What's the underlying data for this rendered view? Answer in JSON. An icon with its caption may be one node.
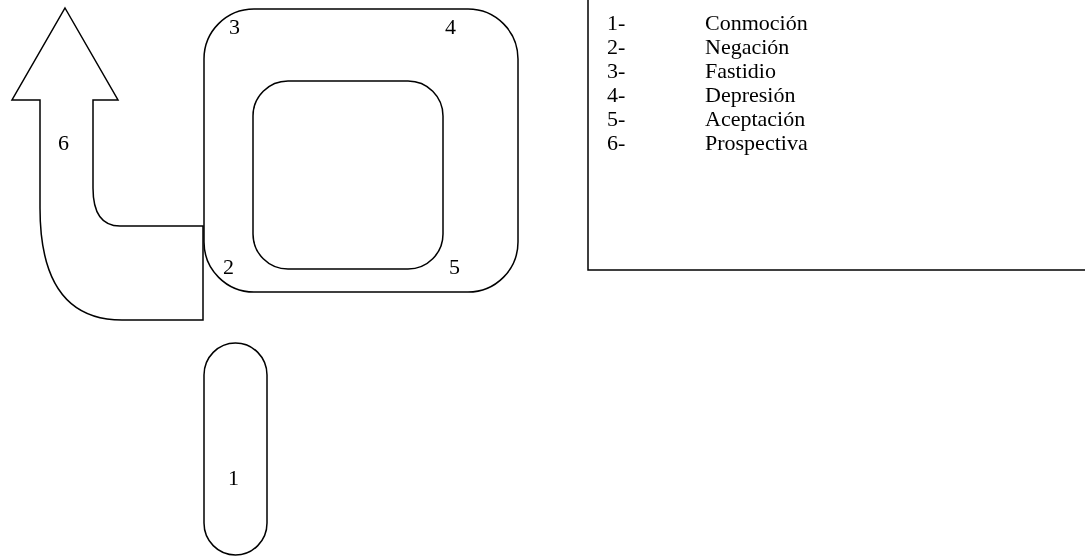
{
  "diagram": {
    "nodes": [
      {
        "text": [
          "3",
          "4",
          "2",
          "5"
        ]
      },
      {
        "text": [],
        "shape": "box",
        "in": 0
      },
      {
        "text": [
          "1"
        ]
      },
      {
        "text": [
          "6"
        ]
      },
      {
        "text": [
          "1-",
          "Conmoción",
          "2-",
          "Negación",
          "3-",
          "Fastidio",
          "4-",
          "Depresión",
          "5-",
          "Aceptación",
          "6-",
          "Prospectiva"
        ]
      }
    ]
  }
}
